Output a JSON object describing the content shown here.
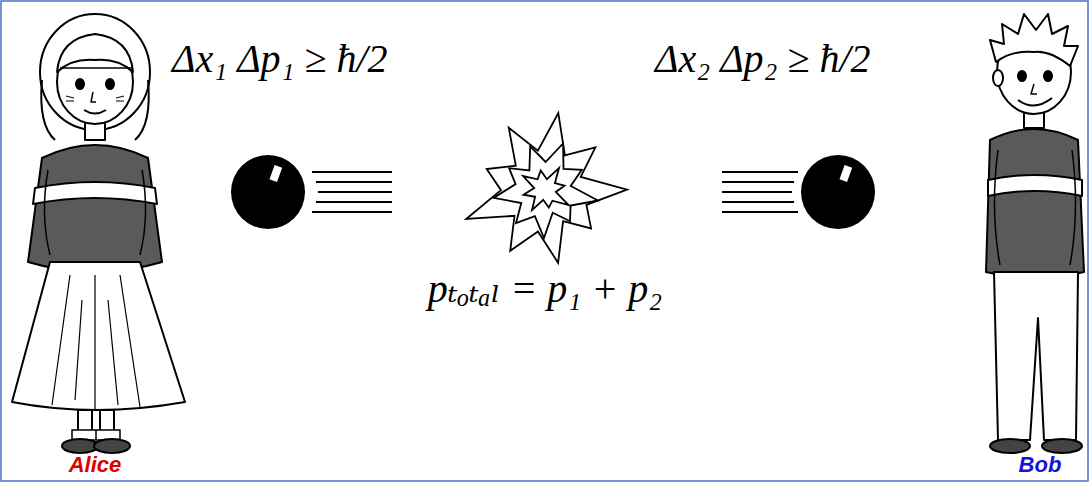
{
  "diagram": {
    "labels": [
      "Δx₁ Δp₁ ≥ ħ/2",
      "Δx₂ Δp₂ ≥ ħ/2",
      "pₜₒₜₐₗ = p₁ + p₂",
      "Alice",
      "Bob"
    ]
  }
}
